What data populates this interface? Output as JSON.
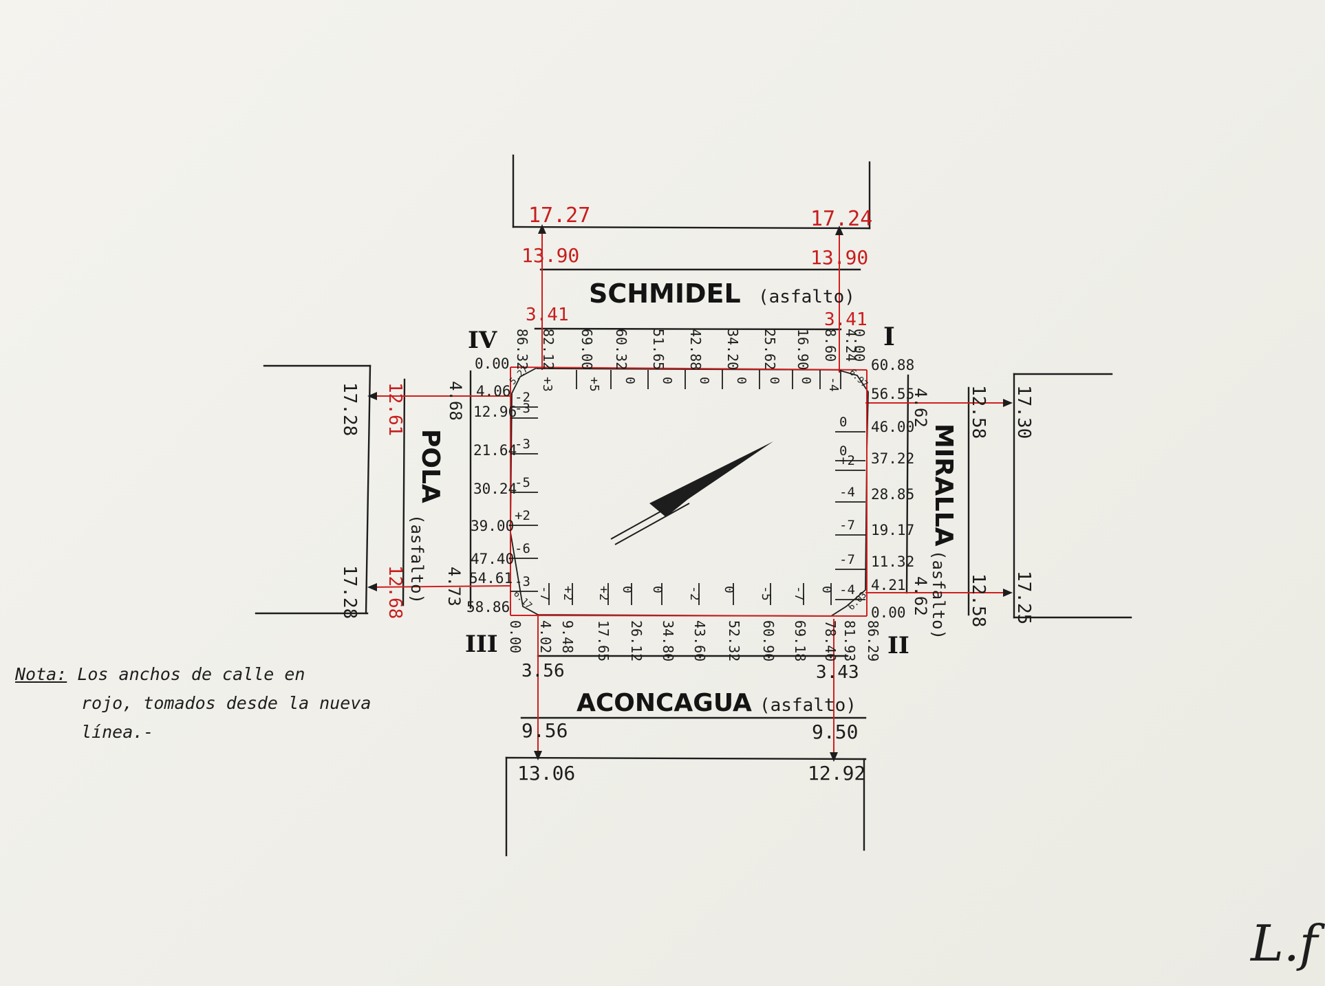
{
  "streets": {
    "north": {
      "name": "SCHMIDEL",
      "surface": "(asfalto)"
    },
    "south": {
      "name": "ACONCAGUA",
      "surface": "(asfalto)"
    },
    "west": {
      "name": "POLA",
      "surface": "(asfalto)"
    },
    "east": {
      "name": "MIRALLA",
      "surface": "(asfalto)"
    }
  },
  "corners": {
    "ne": "I",
    "se": "II",
    "sw": "III",
    "nw": "IV"
  },
  "red_widths": {
    "north_left_outer": "17.27",
    "north_right_outer": "17.24",
    "north_left_mid": "13.90",
    "north_right_mid": "13.90",
    "north_left_inner": "3.41",
    "north_right_inner": "3.41",
    "west_top_outer": "17.28",
    "west_top_mid": "12.61",
    "west_bottom_outer": "17.28",
    "west_bottom_mid": "12.68",
    "east_top_mid": "12.58",
    "east_top_outer": "17.30",
    "east_bottom_mid": "12.58",
    "east_bottom_outer": "17.25"
  },
  "black_widths": {
    "south_left_inner": "3.56",
    "south_right_inner": "3.43",
    "south_left_mid": "9.56",
    "south_right_mid": "9.50",
    "south_left_outer": "13.06",
    "south_right_outer": "12.92",
    "west_top_walk": "4.68",
    "west_bottom_walk": "4.73",
    "east_top_walk": "4.62",
    "east_bottom_walk": "4.62"
  },
  "north_chainage": [
    "86.32",
    "82.12",
    "69.00",
    "60.32",
    "51.65",
    "42.88",
    "34.20",
    "25.62",
    "16.90",
    "8.60",
    "4.24",
    "0.00"
  ],
  "north_offsets": [
    "+3",
    "+5",
    "0",
    "0",
    "0",
    "0",
    "0",
    "0",
    "-4"
  ],
  "south_chainage": [
    "0.00",
    "4.02",
    "9.48",
    "17.65",
    "26.12",
    "34.80",
    "43.60",
    "52.32",
    "60.90",
    "69.18",
    "78.40",
    "81.93",
    "86.29"
  ],
  "south_offsets": [
    "-7",
    "+2",
    "+2",
    "0",
    "0",
    "-2",
    "0",
    "-5",
    "-7",
    "0"
  ],
  "west_chainage": [
    "0.00",
    "4.06",
    "12.96",
    "21.64",
    "30.24",
    "39.00",
    "47.40",
    "54.61",
    "58.86"
  ],
  "west_offsets": [
    "-2",
    "-3",
    "-3",
    "-5",
    "+2",
    "-6",
    "-3"
  ],
  "east_chainage": [
    "60.88",
    "56.55",
    "46.00",
    "37.22",
    "28.85",
    "19.17",
    "11.32",
    "4.21",
    "0.00"
  ],
  "east_offsets": [
    "0",
    "0",
    "+2",
    "-4",
    "-7",
    "-7",
    "-4"
  ],
  "chamfers": {
    "nw": "5.27",
    "ne": "6.97",
    "sw": "6.17",
    "se": "6.03"
  },
  "note": {
    "label": "Nota:",
    "line1": "Los anchos de calle en",
    "line2": "rojo, tomados desde la nueva",
    "line3": "línea.-"
  },
  "signature": "L.f"
}
